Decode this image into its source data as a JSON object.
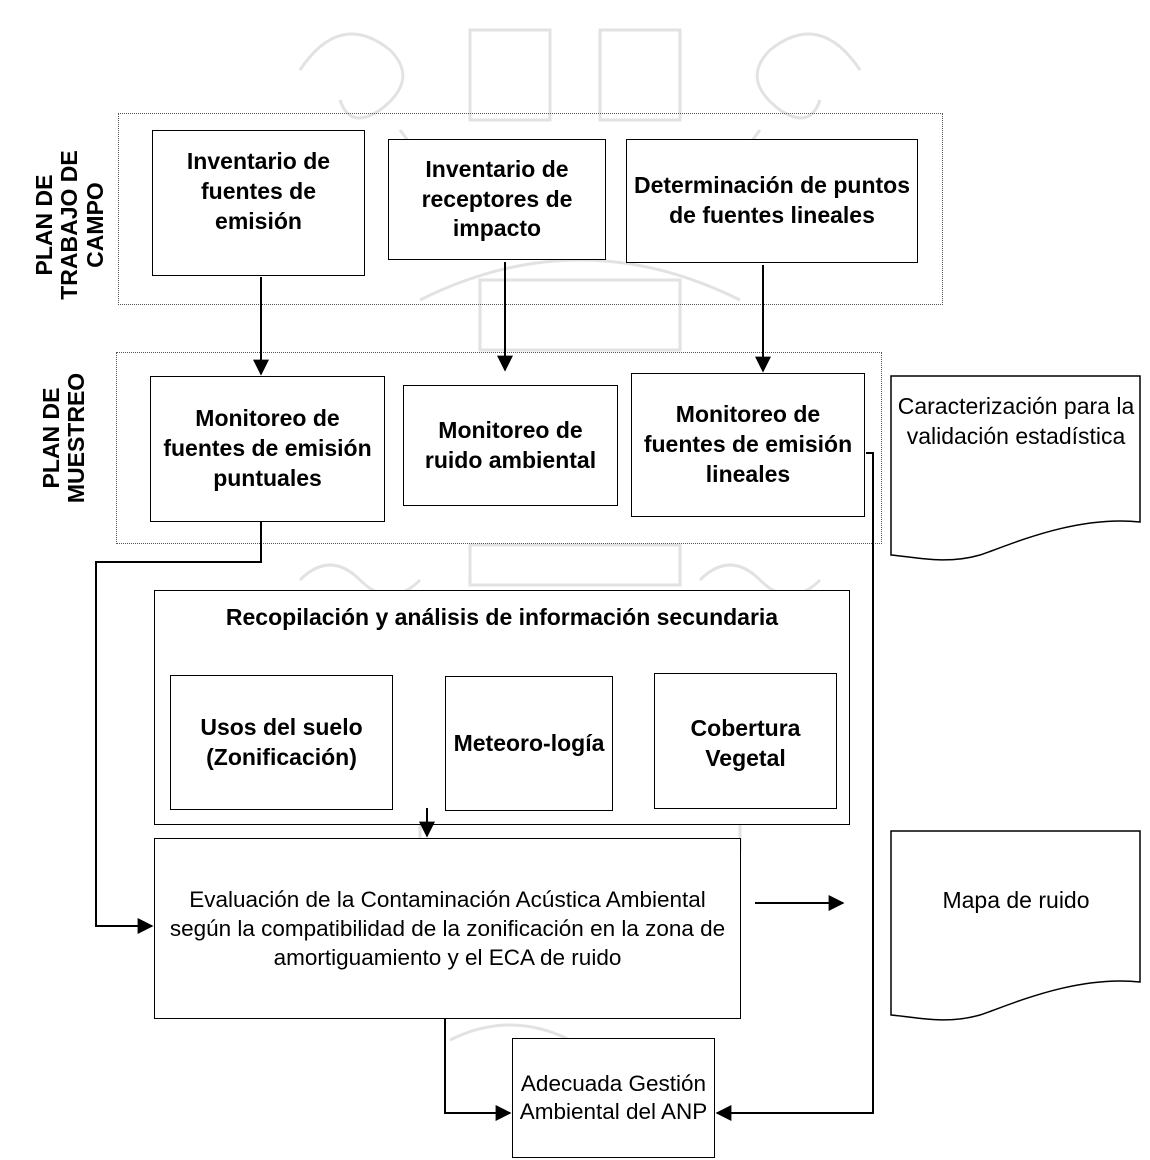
{
  "side_labels": {
    "plan_trabajo": "PLAN DE\nTRABAJO DE\nCAMPO",
    "plan_muestreo": "PLAN DE\nMUESTREO"
  },
  "nodes": {
    "inventario_fuentes": "Inventario de fuentes de emisión",
    "inventario_receptores": "Inventario de receptores de impacto",
    "determinacion_puntos": "Determinación de puntos de fuentes lineales",
    "monitoreo_puntuales": "Monitoreo de fuentes de emisión puntuales",
    "monitoreo_ruido": "Monitoreo de ruido ambiental",
    "monitoreo_lineales": "Monitoreo de fuentes de emisión lineales",
    "caracterizacion": "Caracterización para la validación estadística",
    "recopilacion": "Recopilación y análisis de información secundaria",
    "usos_suelo": "Usos del suelo (Zonificación)",
    "meteorologia": "Meteoro-logía",
    "cobertura": "Cobertura Vegetal",
    "evaluacion": "Evaluación de la Contaminación Acústica Ambiental según la compatibilidad de la zonificación en la zona de amortiguamiento y el ECA de ruido",
    "mapa_ruido": "Mapa de ruido",
    "gestion": "Adecuada Gestión Ambiental del ANP"
  }
}
